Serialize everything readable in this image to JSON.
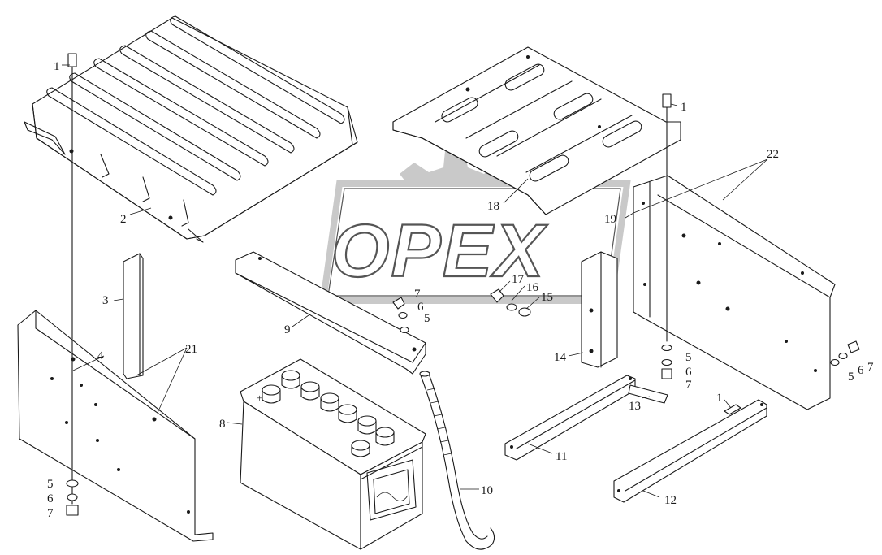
{
  "watermark": {
    "text": "OPEX",
    "color": "#c9c9c9"
  },
  "callouts": [
    {
      "id": "c1a",
      "text": "1"
    },
    {
      "id": "c1b",
      "text": "1"
    },
    {
      "id": "c1c",
      "text": "1"
    },
    {
      "id": "c2",
      "text": "2"
    },
    {
      "id": "c3",
      "text": "3"
    },
    {
      "id": "c4",
      "text": "4"
    },
    {
      "id": "c5a",
      "text": "5"
    },
    {
      "id": "c5b",
      "text": "5"
    },
    {
      "id": "c5c",
      "text": "5"
    },
    {
      "id": "c5d",
      "text": "5"
    },
    {
      "id": "c6a",
      "text": "6"
    },
    {
      "id": "c6b",
      "text": "6"
    },
    {
      "id": "c6c",
      "text": "6"
    },
    {
      "id": "c6d",
      "text": "6"
    },
    {
      "id": "c7a",
      "text": "7"
    },
    {
      "id": "c7b",
      "text": "7"
    },
    {
      "id": "c7c",
      "text": "7"
    },
    {
      "id": "c7d",
      "text": "7"
    },
    {
      "id": "c8",
      "text": "8"
    },
    {
      "id": "c9",
      "text": "9"
    },
    {
      "id": "c10",
      "text": "10"
    },
    {
      "id": "c11",
      "text": "11"
    },
    {
      "id": "c12",
      "text": "12"
    },
    {
      "id": "c13",
      "text": "13"
    },
    {
      "id": "c14",
      "text": "14"
    },
    {
      "id": "c15",
      "text": "15"
    },
    {
      "id": "c16",
      "text": "16"
    },
    {
      "id": "c17",
      "text": "17"
    },
    {
      "id": "c18",
      "text": "18"
    },
    {
      "id": "c19",
      "text": "19"
    },
    {
      "id": "c21",
      "text": "21"
    },
    {
      "id": "c22",
      "text": "22"
    }
  ],
  "battery": {
    "terminal_mark": "+"
  }
}
